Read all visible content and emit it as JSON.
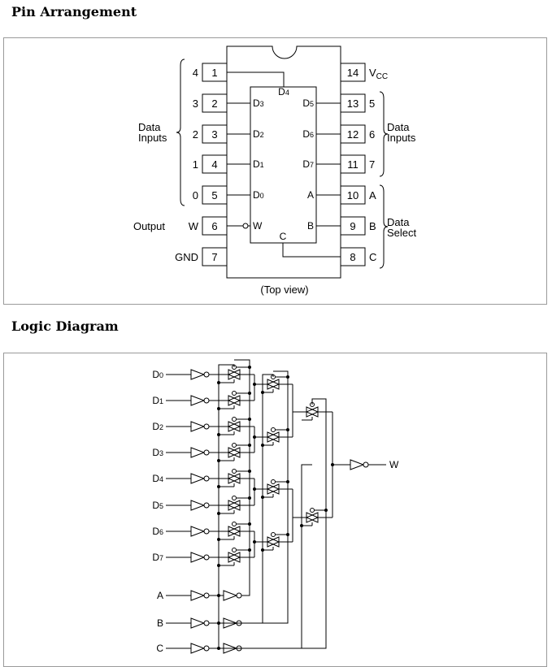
{
  "sections": {
    "pin_title": "Pin Arrangement",
    "logic_title": "Logic Diagram"
  },
  "package": {
    "top_view": "(Top view)",
    "left_pins": [
      {
        "num": "1",
        "outside": "4",
        "inside": ""
      },
      {
        "num": "2",
        "outside": "3",
        "inside": "D3"
      },
      {
        "num": "3",
        "outside": "2",
        "inside": "D2"
      },
      {
        "num": "4",
        "outside": "1",
        "inside": "D1"
      },
      {
        "num": "5",
        "outside": "0",
        "inside": "D0"
      },
      {
        "num": "6",
        "outside": "W",
        "inside": "W"
      },
      {
        "num": "7",
        "outside": "",
        "inside": ""
      }
    ],
    "right_pins": [
      {
        "num": "14",
        "outside": "",
        "inside": ""
      },
      {
        "num": "13",
        "outside": "5",
        "inside": "D5"
      },
      {
        "num": "12",
        "outside": "6",
        "inside": "D6"
      },
      {
        "num": "11",
        "outside": "7",
        "inside": "D7"
      },
      {
        "num": "10",
        "outside": "A",
        "inside": "A"
      },
      {
        "num": "9",
        "outside": "B",
        "inside": "B"
      },
      {
        "num": "8",
        "outside": "C",
        "inside": "C"
      }
    ],
    "d4_label": "D4",
    "c_label": "C",
    "vcc_label": "V",
    "vcc_sub": "CC",
    "gnd_label": "GND",
    "output_label": "Output",
    "data_inputs_left": [
      "Data",
      "Inputs"
    ],
    "data_inputs_right": [
      "Data",
      "Inputs"
    ],
    "data_select": [
      "Data",
      "Select"
    ]
  },
  "logic": {
    "inputs": [
      "D0",
      "D1",
      "D2",
      "D3",
      "D4",
      "D5",
      "D6",
      "D7"
    ],
    "selects": [
      "A",
      "B",
      "C"
    ],
    "output": "W"
  }
}
